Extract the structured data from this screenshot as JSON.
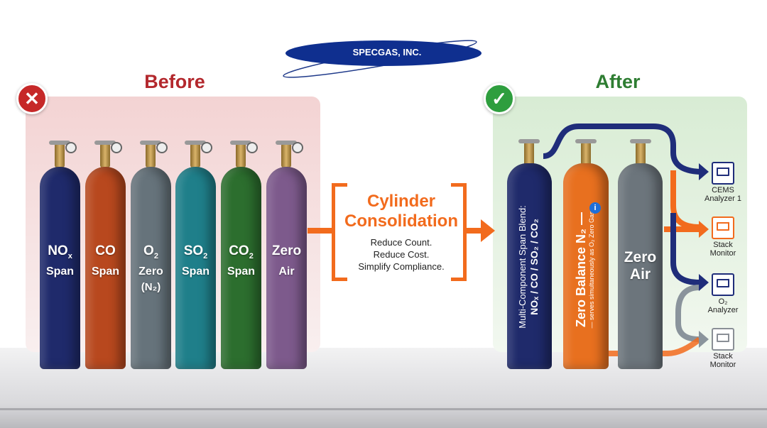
{
  "logo": {
    "text": "SPECGAS, INC."
  },
  "before": {
    "title": "Before",
    "badge_icon": "x-icon",
    "color": "#b3282d",
    "cylinders": [
      {
        "main": "NO",
        "sub": "x",
        "line2": "Span",
        "line3": "",
        "color": "#1f2a6b"
      },
      {
        "main": "CO",
        "sub": "",
        "line2": "Span",
        "line3": "",
        "color": "#b8481e"
      },
      {
        "main": "O",
        "sub": "2",
        "line2": "Zero",
        "line3": "(N₂)",
        "color": "#66737b"
      },
      {
        "main": "SO",
        "sub": "2",
        "line2": "Span",
        "line3": "",
        "color": "#1f7f8a"
      },
      {
        "main": "CO",
        "sub": "2",
        "line2": "Span",
        "line3": "",
        "color": "#2c6e2e"
      },
      {
        "main": "Zero",
        "sub": "",
        "line2": "Air",
        "line3": "",
        "color": "#7d5a8c"
      }
    ]
  },
  "middle": {
    "title_line1": "Cylinder",
    "title_line2": "Consolidation",
    "lines": [
      "Reduce Count.",
      "Reduce Cost.",
      "Simplify Compliance."
    ],
    "accent": "#f26b1d"
  },
  "after": {
    "title": "After",
    "badge_icon": "check-icon",
    "color": "#2e7d32",
    "cyl1": {
      "line1": "Multi-Component Span Blend:",
      "line2": "NOₓ / CO / SO₂ / CO₂",
      "color": "#1f2a6b"
    },
    "cyl2": {
      "line1": "Zero Balance N₂ —",
      "line2": "— serves simultaneously as O₂ Zero Gas",
      "color": "#e8701f",
      "info_icon": "info-icon"
    },
    "cyl3": {
      "line1": "Zero",
      "line2": "Air",
      "color": "#6c757c"
    },
    "devices": [
      {
        "label1": "CEMS",
        "label2": "Analyzer 1",
        "color": "#1f2d7a"
      },
      {
        "label1": "Stack",
        "label2": "Monitor",
        "color": "#f26b1d"
      },
      {
        "label1": "O₂",
        "label2": "Analyzer",
        "color": "#1f2d7a"
      },
      {
        "label1": "Stack",
        "label2": "Monitor",
        "color": "#8a8f96"
      }
    ]
  }
}
